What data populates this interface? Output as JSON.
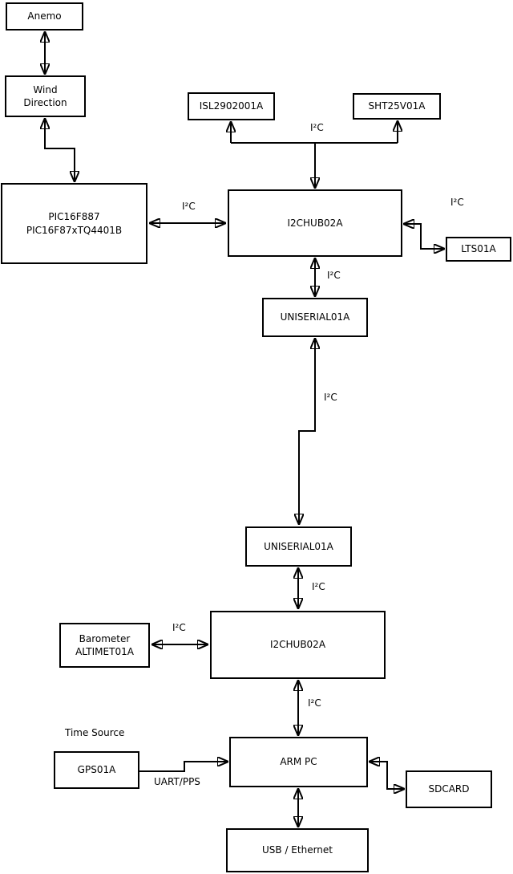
{
  "nodes": {
    "anemo": {
      "label": "Anemo"
    },
    "wind_direction": {
      "line1": "Wind",
      "line2": "Direction"
    },
    "pic": {
      "line1": "PIC16F887",
      "line2": "PIC16F87xTQ4401B"
    },
    "isl": {
      "label": "ISL2902001A"
    },
    "sht": {
      "label": "SHT25V01A"
    },
    "i2c_hub_top": {
      "label": "I2CHUB02A"
    },
    "lts": {
      "label": "LTS01A"
    },
    "uniserial_top": {
      "label": "UNISERIAL01A"
    },
    "uniserial_bottom": {
      "label": "UNISERIAL01A"
    },
    "i2c_hub_bottom": {
      "label": "I2CHUB02A"
    },
    "barometer": {
      "line1": "Barometer",
      "line2": "ALTIMET01A"
    },
    "gps": {
      "label": "GPS01A"
    },
    "arm_pc": {
      "label": "ARM PC"
    },
    "sdcard": {
      "label": "SDCARD"
    },
    "usb_ethernet": {
      "label": "USB / Ethernet"
    }
  },
  "edge_labels": {
    "sensors_bus": "I²C",
    "pic_hub": "I²C",
    "hub_lts": "I²C",
    "hub_uniserial": "I²C",
    "uniserial_link": "I²C",
    "uniserial_hub2": "I²C",
    "barometer_hub2": "I²C",
    "hub2_arm": "I²C",
    "time_source": "Time Source",
    "uart_pps": "UART/PPS"
  },
  "edges": [
    {
      "from": "anemo",
      "to": "wind_direction",
      "arrows": "both",
      "label": ""
    },
    {
      "from": "wind_direction",
      "to": "pic",
      "arrows": "both",
      "label": ""
    },
    {
      "from": "pic",
      "to": "i2c_hub_top",
      "arrows": "both",
      "label": "I²C"
    },
    {
      "from": "i2c_hub_top",
      "to": "isl",
      "arrows": "both",
      "label": "I²C"
    },
    {
      "from": "i2c_hub_top",
      "to": "sht",
      "arrows": "both",
      "label": "I²C"
    },
    {
      "from": "i2c_hub_top",
      "to": "lts",
      "arrows": "both",
      "label": "I²C"
    },
    {
      "from": "i2c_hub_top",
      "to": "uniserial_top",
      "arrows": "both",
      "label": "I²C"
    },
    {
      "from": "uniserial_top",
      "to": "uniserial_bottom",
      "arrows": "both",
      "label": "I²C"
    },
    {
      "from": "uniserial_bottom",
      "to": "i2c_hub_bottom",
      "arrows": "both",
      "label": "I²C"
    },
    {
      "from": "barometer",
      "to": "i2c_hub_bottom",
      "arrows": "both",
      "label": "I²C"
    },
    {
      "from": "i2c_hub_bottom",
      "to": "arm_pc",
      "arrows": "both",
      "label": "I²C"
    },
    {
      "from": "gps",
      "to": "arm_pc",
      "arrows": "end",
      "label": "UART/PPS"
    },
    {
      "from": "arm_pc",
      "to": "sdcard",
      "arrows": "both",
      "label": ""
    },
    {
      "from": "arm_pc",
      "to": "usb_ethernet",
      "arrows": "both",
      "label": ""
    }
  ],
  "colors": {
    "background": "#ffffff",
    "line": "#000000",
    "text": "#000000"
  }
}
